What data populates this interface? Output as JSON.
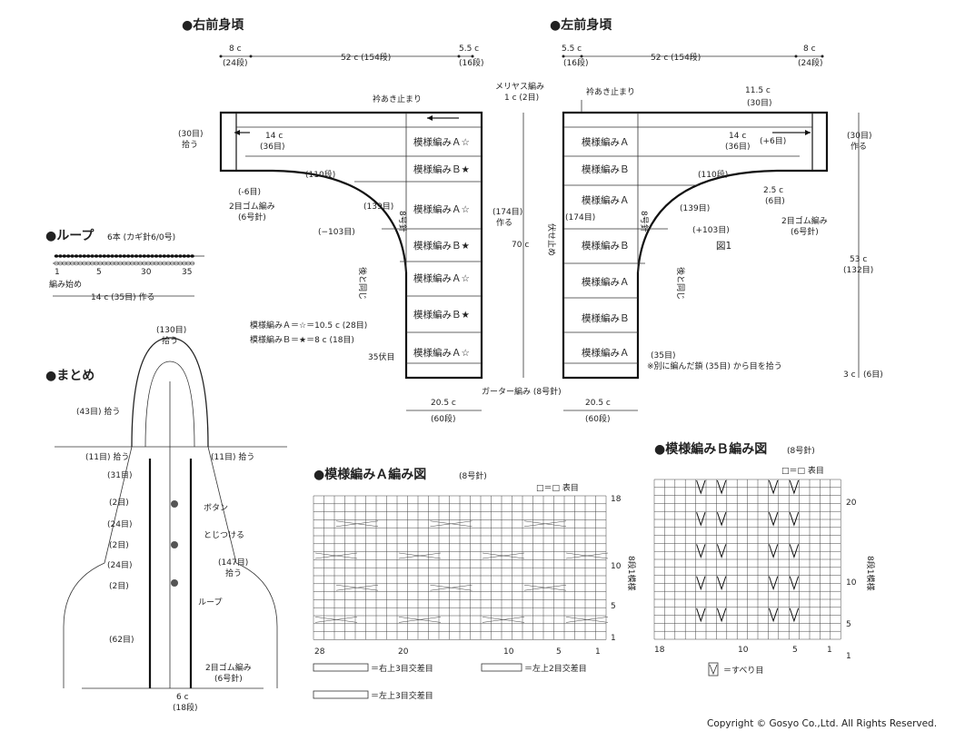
{
  "right_front": {
    "title": "●右前身頃",
    "dim_top": [
      "8 c",
      "(24段)",
      "52 c (154段)",
      "5.5 c",
      "(16段)"
    ],
    "labels": {
      "collar_stop": "衿あき止まり",
      "stockinette": "メリヤス編み",
      "stockinette_w": "1 c (2目)",
      "pickup_30": "(30目)",
      "pickup": "拾う",
      "c14": "14 c",
      "m36": "(36目)",
      "r110": "(110段)",
      "minus6": "(-6目)",
      "rib": "2目ゴム編み",
      "needle6": "(6号針)",
      "m139": "(139目)",
      "needle8": "8号針",
      "minus103": "(−103目)",
      "same_back": "後と同じ",
      "m174": "(174目)",
      "make": "作る",
      "c70": "70 c",
      "bind35": "35伏目",
      "legend_a": "模様編みＡ＝☆＝10.5 c (28目)",
      "legend_b": "模様編みＢ＝★＝8 c (18目)",
      "garter": "ガーター編み (8号針)",
      "w205": "20.5 c",
      "r60": "(60段)"
    },
    "bands": [
      "模様編みＡ☆",
      "模様編みＢ★",
      "模様編みＡ☆",
      "模様編みＢ★",
      "模様編みＡ☆",
      "模様編みＢ★",
      "模様編みＡ☆"
    ]
  },
  "left_front": {
    "title": "●左前身頃",
    "dim_top": [
      "5.5 c",
      "(16段)",
      "52 c (154段)",
      "8 c",
      "(24段)"
    ],
    "labels": {
      "collar_stop": "衿あき止まり",
      "c115": "11.5 c",
      "m30": "(30目)",
      "c14": "14 c",
      "m36": "(36目)",
      "plus6": "(+6目)",
      "make30": "(30目)",
      "make": "作る",
      "r110": "(110段)",
      "c25": "2.5 c",
      "m6": "(6目)",
      "rib": "2目ゴム編み",
      "needle6": "(6号針)",
      "m174": "(174目)",
      "bind": "伏せ止め",
      "m139": "(139目)",
      "needle8": "8号針",
      "plus103": "(+103目)",
      "fig1": "図1",
      "same_back": "後と同じ",
      "c53": "53 c",
      "r132": "(132目)",
      "m35": "(35目)",
      "note": "※別に編んだ鎖 (35目) から目を拾う",
      "c3": "3 c",
      "m6b": "(6目)",
      "w205": "20.5 c",
      "r60": "(60段)"
    },
    "bands": [
      "模様編みＡ",
      "模様編みＢ",
      "模様編みＡ",
      "模様編みＢ",
      "模様編みＡ",
      "模様編みＢ",
      "模様編みＡ"
    ]
  },
  "loop": {
    "title": "●ループ",
    "subtitle": "6本 (カギ針6/0号)",
    "ticks": [
      "1",
      "5",
      "30",
      "35"
    ],
    "start": "編み始め",
    "dim": "14 c (35目) 作る"
  },
  "assembly": {
    "title": "●まとめ",
    "labels": [
      "(130目)",
      "拾う",
      "(43目) 拾う",
      "(11目) 拾う",
      "(11目) 拾う",
      "(31目)",
      "(2目)",
      "ボタン",
      "(24目)",
      "とじつける",
      "(2目)",
      "(24目)",
      "(147目)",
      "拾う",
      "(2目)",
      "ループ",
      "(62目)",
      "2目ゴム編み",
      "(6号針)",
      "6 c",
      "(18段)"
    ]
  },
  "chart_a": {
    "title": "●模様編みＡ編み図",
    "needle": "(8号針)",
    "key": "□＝□ 表目",
    "row_labels": [
      "18",
      "10",
      "5",
      "1"
    ],
    "col_labels": [
      "28",
      "20",
      "10",
      "5",
      "1"
    ],
    "repeat": "8段1模様",
    "legend": [
      "＝右上3目交差目",
      "＝左上2目交差目",
      "＝左上3目交差目"
    ]
  },
  "chart_b": {
    "title": "●模様編みＢ編み図",
    "needle": "(8号針)",
    "key": "□＝□ 表目",
    "row_labels": [
      "20",
      "10",
      "5",
      "1"
    ],
    "col_labels": [
      "18",
      "10",
      "5",
      "1"
    ],
    "repeat": "8段1模様",
    "legend": "＝すべり目"
  },
  "copyright": "Copyright © Gosyo Co.,Ltd. All Rights Reserved."
}
